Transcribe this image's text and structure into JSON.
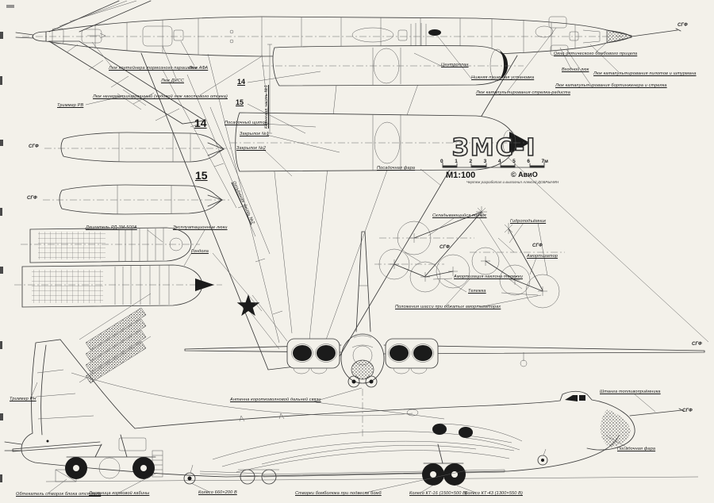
{
  "title_block": {
    "title": "ЗМС-І",
    "scale": "М1:100",
    "copyright": "© АвиО",
    "credit": "Чертеж разработал и выполнил Алексей ДОБРЫНИН",
    "ticks": [
      "0",
      "1",
      "2",
      "3",
      "4",
      "5",
      "6",
      "7м"
    ]
  },
  "labels": {
    "sgf": "СГФ",
    "num14": "14",
    "num15": "15",
    "luk_parachute": "Люк контейнера тормозного парашюта",
    "luk_afa": "Люк АФА",
    "luk_diss": "Люк ДИСС",
    "luk_negerm": "Люк негерметизированный (ходовой люк хвостового отсека)",
    "trimmer_rv": "Триммер РВ",
    "korn_chast": "Корневая часть №1",
    "otyem_chast": "Отъёмная часть №2",
    "posad_schitok": "Посадочный щиток",
    "zakrylok1": "Закрылок №1",
    "zakrylok2": "Закрылок №2",
    "posad_fara": "Посадочная фара",
    "centroplan": "Центроплан",
    "nizh_ustanovka": "Нижняя пушечная установка",
    "vhodnoy_luk": "Входной люк",
    "okno_pricela": "Окно оптического бомбового прицела",
    "luk_pilotov": "Люк катапультирования пилотов и штурмана",
    "luk_bortinzh": "Люк катапультирования бортинженера и стрелка",
    "luk_strelka": "Люк катапультирования стрелка-радиста",
    "dvigatel": "Двигатель РД-3М-500А",
    "expl_luki": "Эксплуатационные люки",
    "gondola": "Гондола",
    "skladyv_podkos": "Складывающийся подкос",
    "gidropodyemnik": "Гидроподъёмник",
    "amortizator": "Амортизатор",
    "amort_naklona": "Амортизация наклона тележки",
    "telezhka": "Тележка",
    "polozheniya": "Положения шасси при обжатых амортизаторах",
    "antenna_kv": "Антенна коротковолновой дальней связи",
    "trimmer_rn": "Триммер РН",
    "obtekatel": "Обтекатель створок блока отстрела",
    "lestnitsa": "Лестница кормовой кабины",
    "koleso_tail": "Колесо 660×200 В",
    "stvorki": "Створки бомболюка при подвеске бомб",
    "koleso_kt16": "Колесо КТ-16 (1500×500 В)",
    "koleso_kt43": "Колесо КТ-43 (1300×550 В)",
    "shtanga": "Штанга топливоприёмника"
  }
}
